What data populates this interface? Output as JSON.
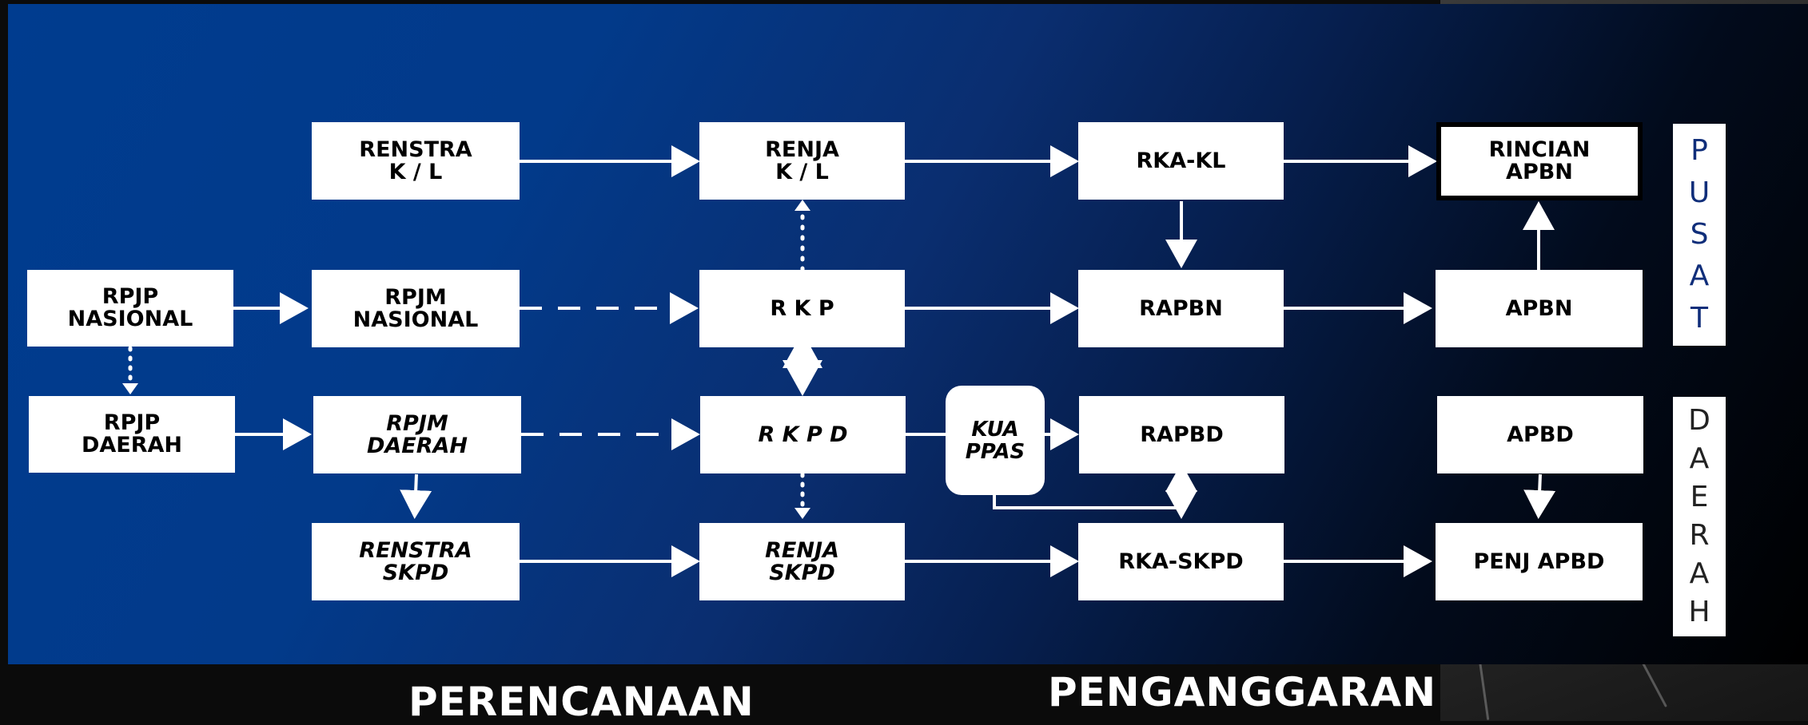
{
  "nodes": {
    "rpjp_nasional": "RPJP\nNASIONAL",
    "rpjp_daerah": "RPJP\nDAERAH",
    "renstra_kl": "RENSTRA\nK / L",
    "rpjm_nasional": "RPJM\nNASIONAL",
    "rpjm_daerah": "RPJM\nDAERAH",
    "renstra_skpd": "RENSTRA\nSKPD",
    "renja_kl": "RENJA\nK / L",
    "rkp": "R K P",
    "rkpd": "R K P D",
    "renja_skpd": "RENJA\nSKPD",
    "kua_ppas": "KUA\nPPAS",
    "rka_kl": "RKA-KL",
    "rapbn": "RAPBN",
    "rapbd": "RAPBD",
    "rka_skpd": "RKA-SKPD",
    "rincian_apbn": "RINCIAN\nAPBN",
    "apbn": "APBN",
    "apbd": "APBD",
    "penj_apbd": "PENJ APBD"
  },
  "side_labels": {
    "pusat": [
      "P",
      "U",
      "S",
      "A",
      "T"
    ],
    "daerah": [
      "D",
      "A",
      "E",
      "R",
      "A",
      "H"
    ]
  },
  "captions": {
    "perencanaan": "PERENCANAAN",
    "penganggaran": "PENGANGGARAN"
  },
  "colors": {
    "box_fill": "#ffffff",
    "arrow": "#ffffff",
    "pusat_text": "#102e7a"
  }
}
